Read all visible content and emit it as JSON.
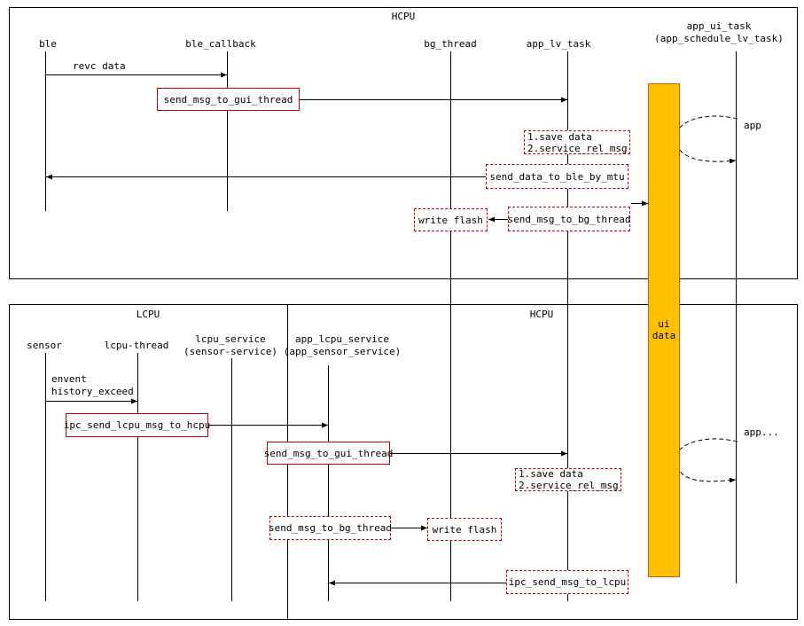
{
  "top": {
    "title": "HCPU",
    "participants": {
      "ble": "ble",
      "ble_callback": "ble_callback",
      "bg_thread": "bg_thread",
      "app_lv_task": "app_lv_task",
      "app_ui_task": "app_ui_task",
      "app_ui_task_sub": "(app_schedule_lv_task)"
    },
    "msg_revc": "revc data",
    "box_send_gui": "send_msg_to_gui_thread",
    "box_save_1": "1.save data",
    "box_save_2": "2.service_rel_msg",
    "box_send_ble": "send_data_to_ble_by_mtu",
    "box_write_flash": "write flash",
    "box_send_bg": "send_msg_to_bg_thread",
    "self_label": "app"
  },
  "bottom": {
    "lcpu_title": "LCPU",
    "hcpu_title": "HCPU",
    "participants": {
      "sensor": "sensor",
      "lcpu_thread": "lcpu-thread",
      "lcpu_service": "lcpu_service",
      "lcpu_service_sub": "(sensor-service)",
      "app_lcpu_service": "app_lcpu_service",
      "app_lcpu_service_sub": "(app_sensor_service)"
    },
    "msg_event_1": "envent",
    "msg_event_2": "history_exceed",
    "box_ipc_hcpu": "ipc_send_lcpu_msg_to_hcpu",
    "box_send_gui": "send_msg_to_gui_thread",
    "box_save_1": "1.save data",
    "box_save_2": "2.service_rel_msg",
    "box_send_bg": "send_msg_to_bg_thread",
    "box_write_flash": "write flash",
    "box_ipc_lcpu": "ipc_send_msg_to_lcpu",
    "self_label": "app..."
  },
  "ui_data_bar": {
    "label_1": "ui",
    "label_2": "data",
    "fill_color": "#ffc000"
  }
}
